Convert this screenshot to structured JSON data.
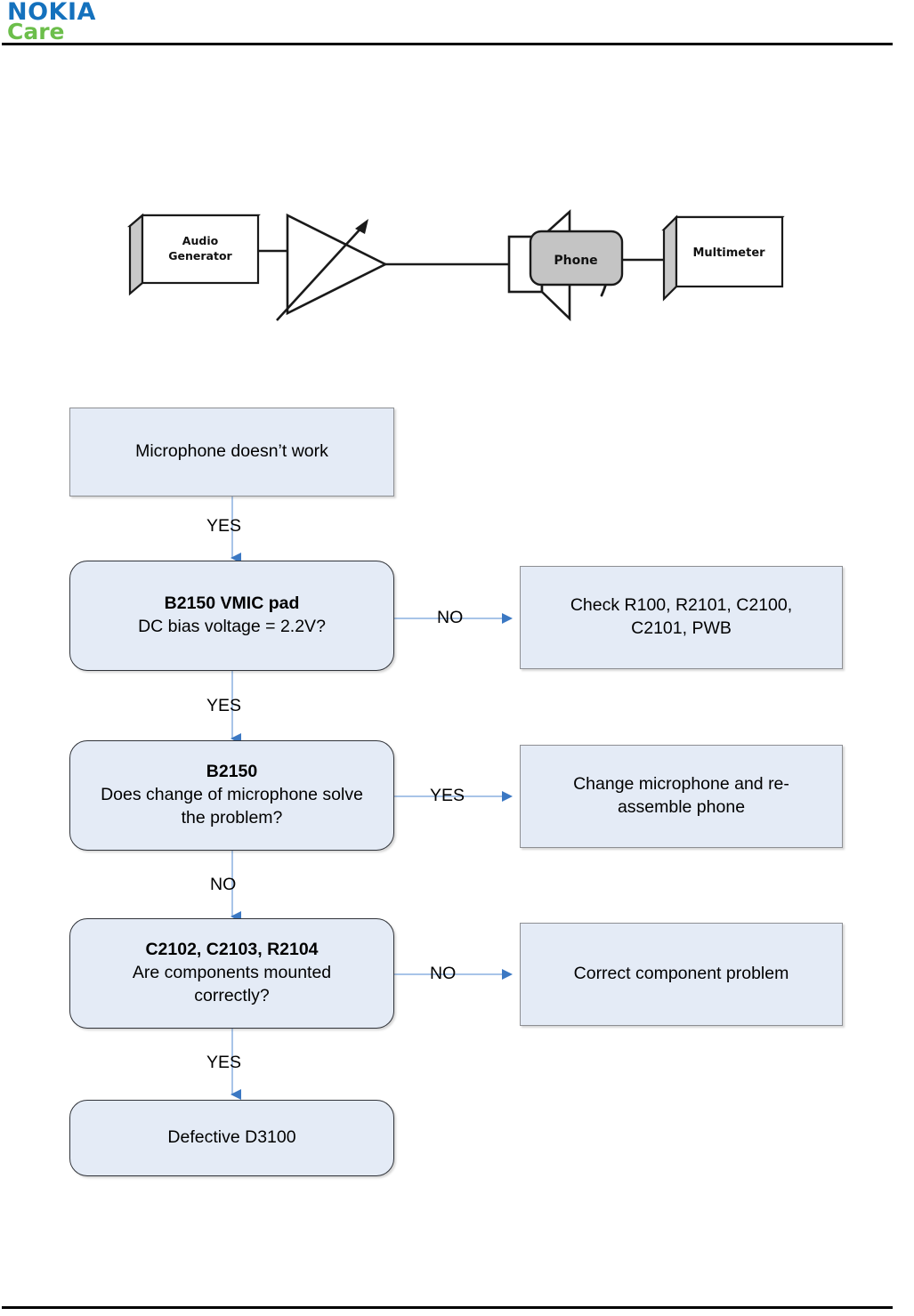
{
  "header": {
    "logo_line1": "NOKIA",
    "logo_line2": "Care",
    "logo_color_primary": "#1471bd",
    "logo_color_secondary": "#6cbe4b",
    "rule_color": "#000000"
  },
  "setup_illustration": {
    "left_setup": {
      "source_label": "Audio Generator",
      "source_label_line1": "Audio",
      "source_label_line2": "Generator",
      "amplifier": "variable-gain-amplifier",
      "output": "loudspeaker",
      "sound_waves": 2
    },
    "right_setup": {
      "device_label": "Phone",
      "instrument_label": "Multimeter",
      "device_fill": "#c4c4c4",
      "instrument_fill": "#ffffff"
    }
  },
  "flowchart": {
    "node_fill": "#e4ebf6",
    "sharp_border": "#8d8f93",
    "rounded_border": "#31343a",
    "connector_color": "#a8c4e8",
    "arrowhead_color": "#3b78c3",
    "nodes": [
      {
        "id": "start",
        "shape": "sharp",
        "lines": [
          {
            "text": "Microphone doesn’t work",
            "bold": false
          }
        ]
      },
      {
        "id": "decision-vmic",
        "shape": "rounded",
        "lines": [
          {
            "text": "B2150 VMIC pad",
            "bold": true
          },
          {
            "text": "DC bias voltage = 2.2V?",
            "bold": false
          }
        ]
      },
      {
        "id": "result-check-components",
        "shape": "sharp",
        "lines": [
          {
            "text": "Check R100, R2101, C2100,",
            "bold": false
          },
          {
            "text": "C2101, PWB",
            "bold": false
          }
        ]
      },
      {
        "id": "decision-change-mic",
        "shape": "rounded",
        "lines": [
          {
            "text": "B2150",
            "bold": true
          },
          {
            "text": "Does change of microphone solve",
            "bold": false
          },
          {
            "text": "the problem?",
            "bold": false
          }
        ]
      },
      {
        "id": "result-change-mic",
        "shape": "sharp",
        "lines": [
          {
            "text": "Change microphone and re-",
            "bold": false
          },
          {
            "text": "assemble phone",
            "bold": false
          }
        ]
      },
      {
        "id": "decision-mounting",
        "shape": "rounded",
        "lines": [
          {
            "text": "C2102, C2103, R2104",
            "bold": true
          },
          {
            "text": "Are components mounted",
            "bold": false
          },
          {
            "text": "correctly?",
            "bold": false
          }
        ]
      },
      {
        "id": "result-correct-component",
        "shape": "sharp",
        "lines": [
          {
            "text": "Correct component problem",
            "bold": false
          }
        ]
      },
      {
        "id": "end-defective",
        "shape": "rounded",
        "lines": [
          {
            "text": "Defective D3100",
            "bold": false
          }
        ]
      }
    ],
    "edge_labels": [
      {
        "id": "e1",
        "text": "YES"
      },
      {
        "id": "e2",
        "text": "NO"
      },
      {
        "id": "e3",
        "text": "YES"
      },
      {
        "id": "e4",
        "text": "YES"
      },
      {
        "id": "e5",
        "text": "NO"
      },
      {
        "id": "e6",
        "text": "NO"
      },
      {
        "id": "e7",
        "text": "YES"
      }
    ]
  }
}
